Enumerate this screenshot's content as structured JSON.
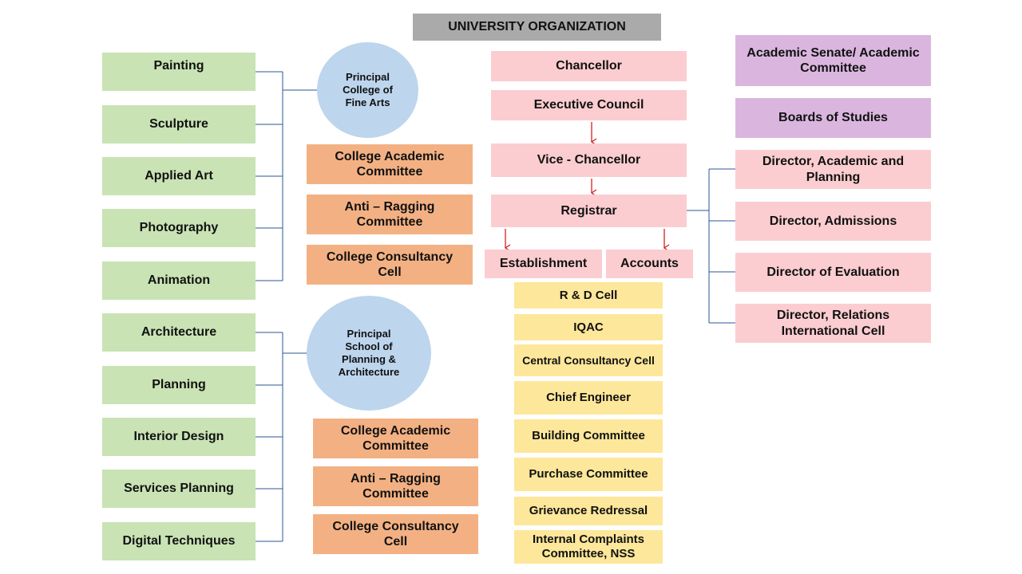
{
  "title": "UNIVERSITY ORGANIZATION",
  "fine_arts": {
    "departments": [
      "Painting",
      "Sculpture",
      "Applied Art",
      "Photography",
      "Animation"
    ],
    "principal": "Principal College of Fine Arts",
    "committees": [
      "College Academic Committee",
      "Anti – Ragging Committee",
      "College Consultancy Cell"
    ]
  },
  "planning": {
    "departments": [
      "Architecture",
      "Planning",
      "Interior Design",
      "Services Planning",
      "Digital Techniques"
    ],
    "principal": "Principal School of Planning & Architecture",
    "committees": [
      "College Academic Committee",
      "Anti – Ragging Committee",
      "College Consultancy Cell"
    ]
  },
  "administration": {
    "chancellor": "Chancellor",
    "executive_council": "Executive Council",
    "vice_chancellor": "Vice - Chancellor",
    "registrar": "Registrar",
    "establishment": "Establishment",
    "accounts": "Accounts"
  },
  "cells": [
    "R & D Cell",
    "IQAC",
    "Central Consultancy Cell",
    "Chief Engineer",
    "Building Committee",
    "Purchase Committee",
    "Grievance Redressal",
    "Internal Complaints Committee, NSS"
  ],
  "academic_bodies": [
    "Academic Senate/ Academic Committee",
    "Boards of Studies"
  ],
  "directors": [
    "Director, Academic and Planning",
    "Director, Admissions",
    "Director of Evaluation",
    "Director, Relations International Cell"
  ],
  "colors": {
    "green": "#c9e3b4",
    "orange": "#f3b183",
    "pink": "#fbcdd0",
    "purple": "#dab6df",
    "yellow": "#fde79a",
    "circle": "#bdd5ed",
    "title": "#aaaaaa",
    "connector": "#2e5597",
    "arrow": "#d42020"
  }
}
